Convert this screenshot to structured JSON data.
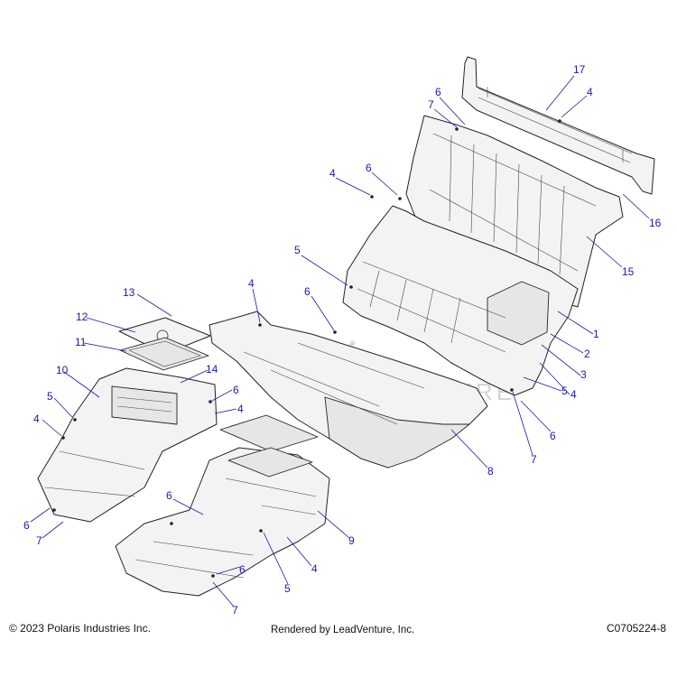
{
  "footer": {
    "copyright": "© 2023 Polaris Industries Inc.",
    "rendered_by": "Rendered by LeadVenture, Inc.",
    "part_code": "C0705224-8"
  },
  "watermark": "LEADVENTURE",
  "colors": {
    "callout": "#1a1aa8",
    "line": "#222222",
    "fill": "#f3f3f3"
  },
  "callouts": [
    {
      "id": "c17a",
      "label": "17"
    },
    {
      "id": "c6a",
      "label": "6"
    },
    {
      "id": "c4a",
      "label": "4"
    },
    {
      "id": "c7a",
      "label": "7"
    },
    {
      "id": "c6b",
      "label": "6"
    },
    {
      "id": "c4b",
      "label": "4"
    },
    {
      "id": "c16",
      "label": "16"
    },
    {
      "id": "c15",
      "label": "15"
    },
    {
      "id": "c5a",
      "label": "5"
    },
    {
      "id": "c6c",
      "label": "6"
    },
    {
      "id": "c4c",
      "label": "4"
    },
    {
      "id": "c13",
      "label": "13"
    },
    {
      "id": "c12",
      "label": "12"
    },
    {
      "id": "c11",
      "label": "11"
    },
    {
      "id": "c1",
      "label": "1"
    },
    {
      "id": "c2",
      "label": "2"
    },
    {
      "id": "c3",
      "label": "3"
    },
    {
      "id": "c4d",
      "label": "4"
    },
    {
      "id": "c10",
      "label": "10"
    },
    {
      "id": "c14",
      "label": "14"
    },
    {
      "id": "c6d",
      "label": "6"
    },
    {
      "id": "c4e",
      "label": "4"
    },
    {
      "id": "c5b",
      "label": "5"
    },
    {
      "id": "c4f",
      "label": "4"
    },
    {
      "id": "c5c",
      "label": "5"
    },
    {
      "id": "c6e",
      "label": "6"
    },
    {
      "id": "c7b",
      "label": "7"
    },
    {
      "id": "c8",
      "label": "8"
    },
    {
      "id": "c6f",
      "label": "6"
    },
    {
      "id": "c7c",
      "label": "7"
    },
    {
      "id": "c6g",
      "label": "6"
    },
    {
      "id": "c9",
      "label": "9"
    },
    {
      "id": "c4g",
      "label": "4"
    },
    {
      "id": "c5d",
      "label": "5"
    },
    {
      "id": "c6h",
      "label": "6"
    },
    {
      "id": "c7d",
      "label": "7"
    }
  ]
}
